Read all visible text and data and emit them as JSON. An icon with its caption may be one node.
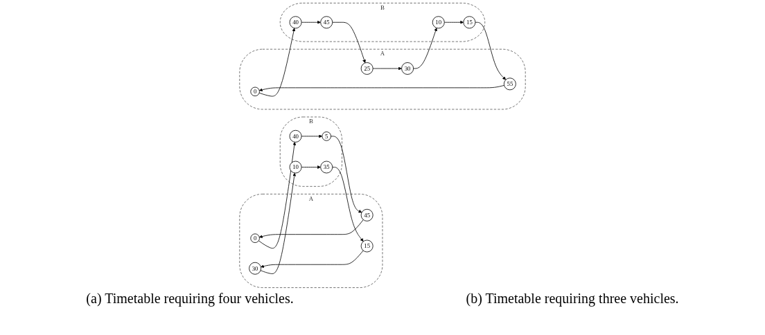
{
  "diagram": {
    "nodes": [
      {
        "text": [
          "A"
        ]
      },
      {
        "text": [
          "0"
        ],
        "in": 0
      },
      {
        "text": [
          "45"
        ],
        "in": 0
      },
      {
        "text": [
          "30"
        ],
        "in": 0
      },
      {
        "text": [
          "15"
        ],
        "in": 0
      },
      {
        "text": [
          "B"
        ]
      },
      {
        "text": [
          "40"
        ],
        "in": 5
      },
      {
        "text": [
          "5"
        ],
        "in": 5
      },
      {
        "text": [
          "10"
        ],
        "in": 5
      },
      {
        "text": [
          "35"
        ],
        "in": 5
      },
      {
        "text": [
          "A"
        ]
      },
      {
        "text": [
          "0"
        ],
        "in": 10
      },
      {
        "text": [
          "55"
        ],
        "in": 10
      },
      {
        "text": [
          "30"
        ],
        "in": 10
      },
      {
        "text": [
          "25"
        ],
        "in": 10
      },
      {
        "text": [
          "B"
        ]
      },
      {
        "text": [
          "40"
        ],
        "in": 15
      },
      {
        "text": [
          "15"
        ],
        "in": 15
      },
      {
        "text": [
          "10"
        ],
        "in": 15
      },
      {
        "text": [
          "45"
        ],
        "in": 15
      }
    ],
    "edges": [
      {
        "from": 1,
        "to": 6,
        "arrow": "to"
      },
      {
        "from": 6,
        "to": 7,
        "arrow": "to"
      },
      {
        "from": 7,
        "to": 2,
        "arrow": "to"
      },
      {
        "from": 2,
        "to": 1,
        "arrow": "to"
      },
      {
        "from": 3,
        "to": 8,
        "arrow": "to"
      },
      {
        "from": 8,
        "to": 9,
        "arrow": "to"
      },
      {
        "from": 9,
        "to": 4,
        "arrow": "to"
      },
      {
        "from": 4,
        "to": 3,
        "arrow": "to"
      },
      {
        "from": 11,
        "to": 16,
        "arrow": "to"
      },
      {
        "from": 16,
        "to": 19,
        "arrow": "to"
      },
      {
        "from": 19,
        "to": 14,
        "arrow": "to"
      },
      {
        "from": 14,
        "to": 13,
        "arrow": "to"
      },
      {
        "from": 13,
        "to": 18,
        "arrow": "to"
      },
      {
        "from": 18,
        "to": 17,
        "arrow": "to"
      },
      {
        "from": 17,
        "to": 12,
        "arrow": "to"
      },
      {
        "from": 12,
        "to": 11,
        "arrow": "to"
      }
    ],
    "labels": [
      "(a) Timetable requiring four vehicles.",
      "(b) Timetable requiring three vehicles."
    ]
  }
}
